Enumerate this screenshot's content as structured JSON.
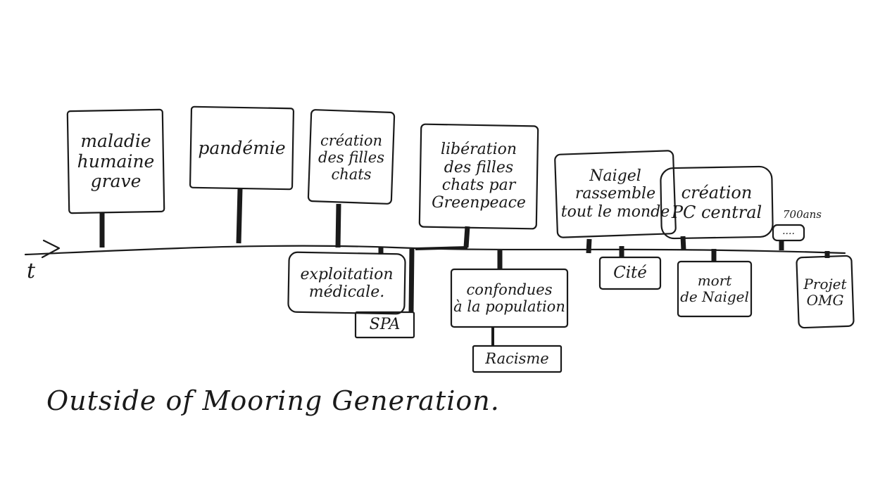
{
  "title": "Outside of Mooring Generation.",
  "axis": {
    "label": "t"
  },
  "events_above": [
    {
      "id": "maladie",
      "label": "maladie\nhumaine\ngrave"
    },
    {
      "id": "pandemie",
      "label": "pandémie"
    },
    {
      "id": "creation-filles-chats",
      "label": "création\ndes filles\nchats"
    },
    {
      "id": "liberation",
      "label": "libération\ndes filles\nchats par\nGreenpeace"
    },
    {
      "id": "naigel-rassemble",
      "label": "Naigel\nrassemble\ntout le monde"
    },
    {
      "id": "creation-pc",
      "label": "création\nPC central"
    },
    {
      "id": "ellipsis",
      "label": "...."
    }
  ],
  "events_below": [
    {
      "id": "exploitation",
      "label": "exploitation\nmédicale."
    },
    {
      "id": "spa",
      "label": "SPA"
    },
    {
      "id": "confondues",
      "label": "confondues\nà la population"
    },
    {
      "id": "racisme",
      "label": "Racisme"
    },
    {
      "id": "cite",
      "label": "Cité"
    },
    {
      "id": "mort-naigel",
      "label": "mort\nde Naigel"
    },
    {
      "id": "projet-omg",
      "label": "Projet\nOMG"
    }
  ],
  "annotation": {
    "text": "700ans"
  }
}
